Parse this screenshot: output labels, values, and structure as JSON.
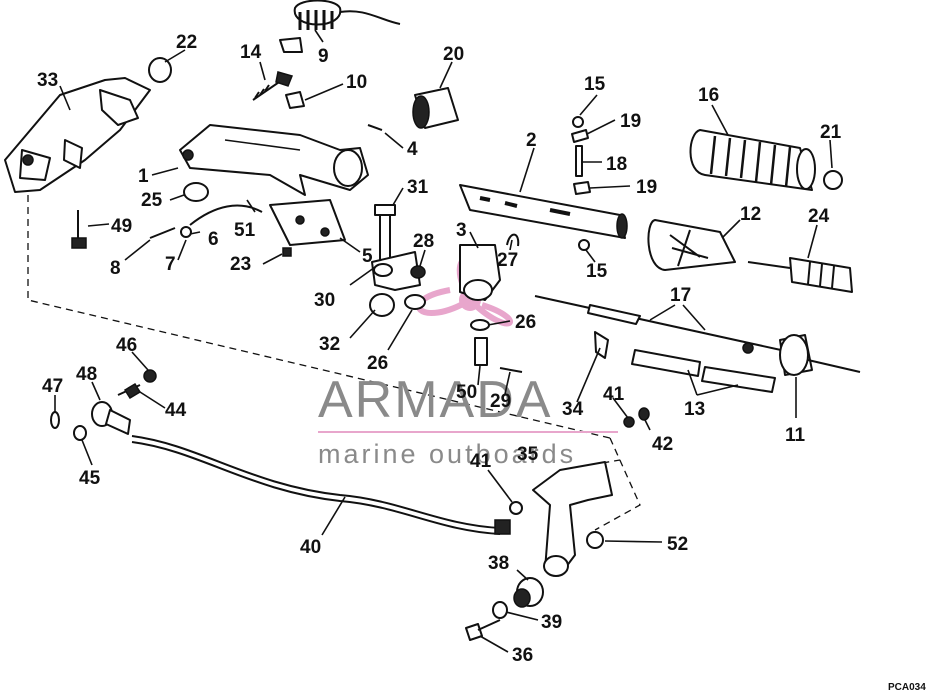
{
  "diagram": {
    "drawing_code": "PCA034",
    "callouts": [
      {
        "id": "c33",
        "text": "33"
      },
      {
        "id": "c22",
        "text": "22"
      },
      {
        "id": "c14",
        "text": "14"
      },
      {
        "id": "c9",
        "text": "9"
      },
      {
        "id": "c10",
        "text": "10"
      },
      {
        "id": "c20",
        "text": "20"
      },
      {
        "id": "c15a",
        "text": "15"
      },
      {
        "id": "c16",
        "text": "16"
      },
      {
        "id": "c19a",
        "text": "19"
      },
      {
        "id": "c21",
        "text": "21"
      },
      {
        "id": "c4",
        "text": "4"
      },
      {
        "id": "c2",
        "text": "2"
      },
      {
        "id": "c18",
        "text": "18"
      },
      {
        "id": "c19b",
        "text": "19"
      },
      {
        "id": "c1",
        "text": "1"
      },
      {
        "id": "c25",
        "text": "25"
      },
      {
        "id": "c31",
        "text": "31"
      },
      {
        "id": "c49",
        "text": "49"
      },
      {
        "id": "c51",
        "text": "51"
      },
      {
        "id": "c6",
        "text": "6"
      },
      {
        "id": "c8",
        "text": "8"
      },
      {
        "id": "c7",
        "text": "7"
      },
      {
        "id": "c23",
        "text": "23"
      },
      {
        "id": "c5",
        "text": "5"
      },
      {
        "id": "c28",
        "text": "28"
      },
      {
        "id": "c3",
        "text": "3"
      },
      {
        "id": "c27",
        "text": "27"
      },
      {
        "id": "c12",
        "text": "12"
      },
      {
        "id": "c24",
        "text": "24"
      },
      {
        "id": "c15b",
        "text": "15"
      },
      {
        "id": "c30",
        "text": "30"
      },
      {
        "id": "c17",
        "text": "17"
      },
      {
        "id": "c32",
        "text": "32"
      },
      {
        "id": "c26a",
        "text": "26"
      },
      {
        "id": "c26b",
        "text": "26"
      },
      {
        "id": "c46",
        "text": "46"
      },
      {
        "id": "c48",
        "text": "48"
      },
      {
        "id": "c47",
        "text": "47"
      },
      {
        "id": "c44",
        "text": "44"
      },
      {
        "id": "c50",
        "text": "50"
      },
      {
        "id": "c29",
        "text": "29"
      },
      {
        "id": "c34",
        "text": "34"
      },
      {
        "id": "c41a",
        "text": "41"
      },
      {
        "id": "c13",
        "text": "13"
      },
      {
        "id": "c11",
        "text": "11"
      },
      {
        "id": "c42",
        "text": "42"
      },
      {
        "id": "c45",
        "text": "45"
      },
      {
        "id": "c35",
        "text": "35"
      },
      {
        "id": "c41b",
        "text": "41"
      },
      {
        "id": "c40",
        "text": "40"
      },
      {
        "id": "c52",
        "text": "52"
      },
      {
        "id": "c38",
        "text": "38"
      },
      {
        "id": "c39",
        "text": "39"
      },
      {
        "id": "c36",
        "text": "36"
      }
    ]
  },
  "watermark": {
    "brand": "ARMADA",
    "tagline": "marine outboards",
    "colors": {
      "logo_pink": "#e8a6cc",
      "text_gray": "#8a8a8a"
    }
  }
}
